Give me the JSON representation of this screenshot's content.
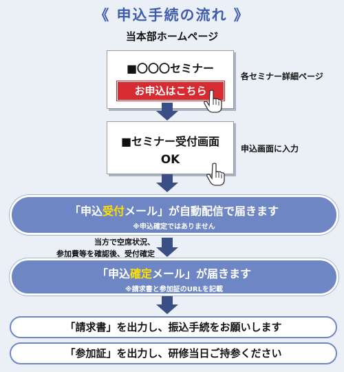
{
  "title": "《 申込手続の流れ 》",
  "homepage_label": "当本部ホームページ",
  "seminar_box": {
    "heading": "■〇〇〇セミナー",
    "button_label": "お申込はこちら",
    "side_note": "各セミナー詳細ページ"
  },
  "reception_box": {
    "heading": "■セミナー受付画面",
    "ok_label": "OK",
    "side_note": "申込画面に入力"
  },
  "step_receipt_mail": {
    "pre": "「申込",
    "highlight": "受付",
    "post": "メール」が自動配信で届きます",
    "note": "※申込確定ではありません"
  },
  "confirm_note": {
    "line1": "当方で空席状況、",
    "line2": "参加費等を確認後、受付確定"
  },
  "step_confirm_mail": {
    "pre": "「申込",
    "highlight": "確定",
    "post": "メール」が届きます",
    "note": "※請求書と参加証のURLを記載"
  },
  "step_invoice": "「請求書」を出力し、振込手続をお願いします",
  "step_certificate": "「参加証」を出力し、研修当日ご持参ください",
  "colors": {
    "accent_blue": "#3f5bab",
    "pill_blue": "#6e86c3",
    "button_red": "#d62b30",
    "highlight_yellow": "#ffe000",
    "arrow_navy": "#3b4f86"
  },
  "icons": [
    "pointing-hand-icon",
    "down-arrow-icon"
  ]
}
